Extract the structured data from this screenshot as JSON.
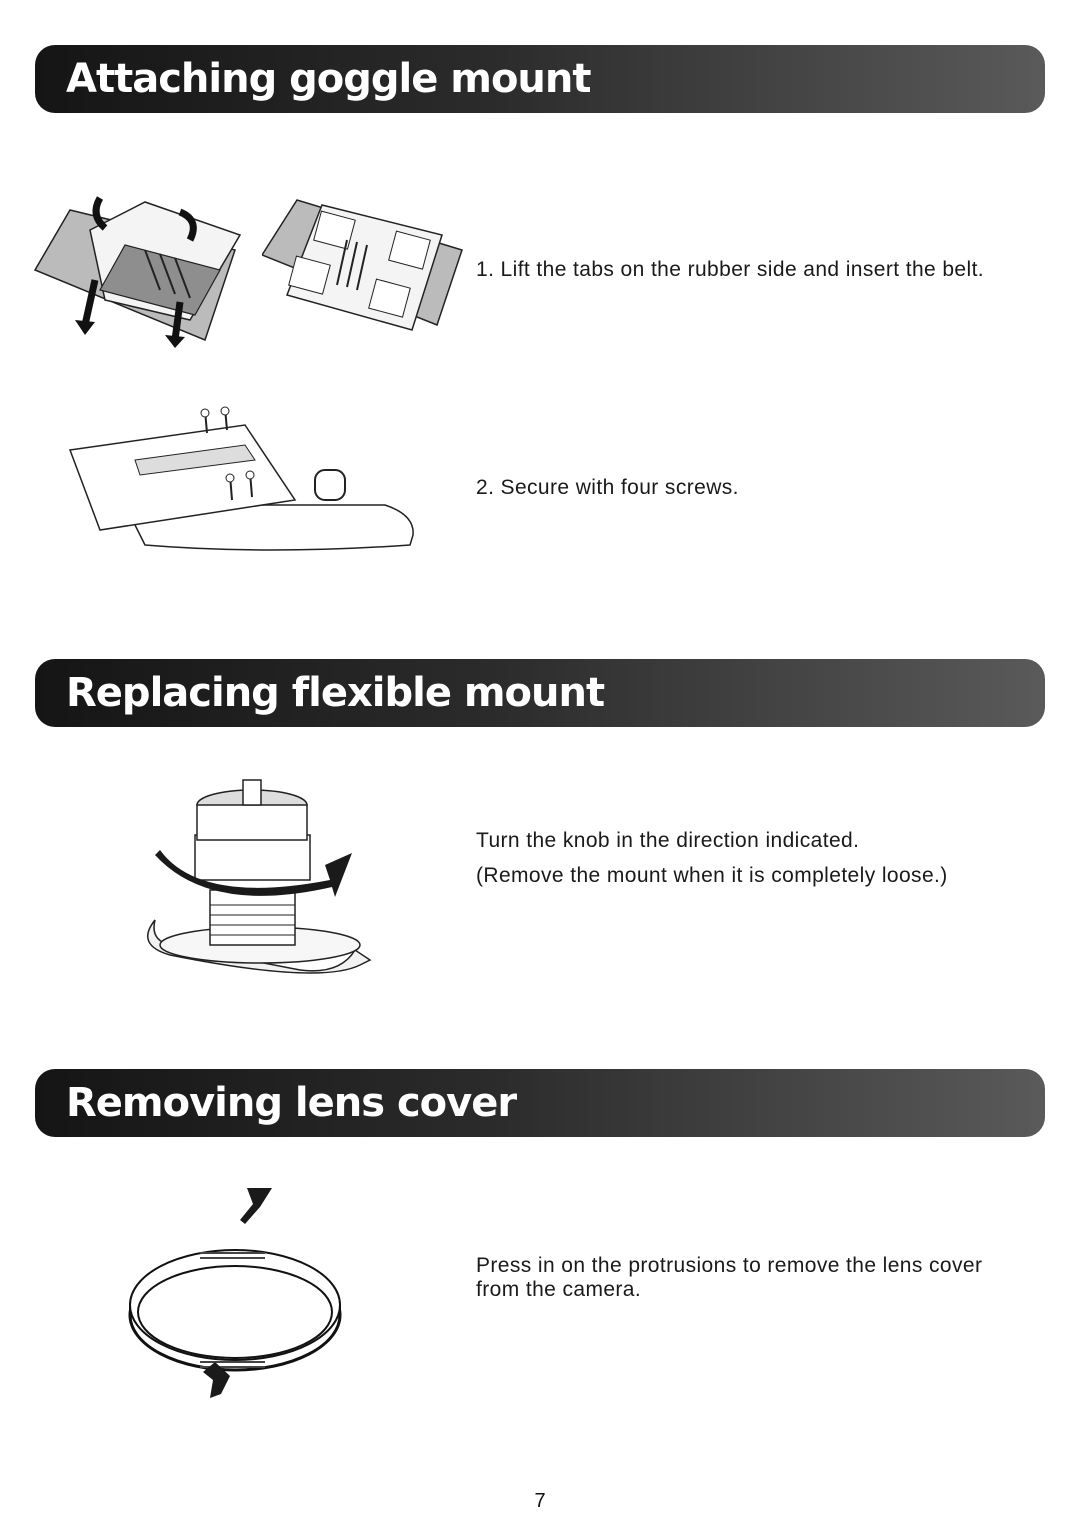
{
  "sections": [
    {
      "title": "Attaching goggle mount",
      "steps": [
        "1. Lift the tabs on the rubber side and insert the belt.",
        "2. Secure with four screws."
      ]
    },
    {
      "title": "Replacing flexible mount",
      "steps": [
        "Turn the knob in the direction indicated.",
        "(Remove the mount when it is completely loose.)"
      ]
    },
    {
      "title": "Removing lens cover",
      "steps": [
        "Press in on the protrusions to remove the lens cover from the camera."
      ]
    }
  ],
  "page_number": "7"
}
